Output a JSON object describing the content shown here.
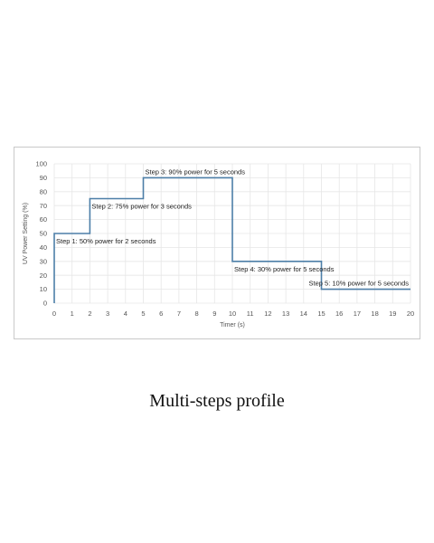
{
  "caption": "Multi-steps profile",
  "chart_data": {
    "type": "line",
    "step": "post",
    "xlabel": "Timer (s)",
    "ylabel": "UV Power Setting (%)",
    "xlim": [
      0,
      20
    ],
    "ylim": [
      0,
      100
    ],
    "xticks": [
      0,
      1,
      2,
      3,
      4,
      5,
      6,
      7,
      8,
      9,
      10,
      11,
      12,
      13,
      14,
      15,
      16,
      17,
      18,
      19,
      20
    ],
    "yticks": [
      0,
      10,
      20,
      30,
      40,
      50,
      60,
      70,
      80,
      90,
      100
    ],
    "grid": true,
    "line_color": "#4d7fa8",
    "series": [
      {
        "x": [
          0,
          2,
          5,
          10,
          15,
          20
        ],
        "y": [
          50,
          75,
          90,
          30,
          10,
          10
        ]
      }
    ],
    "annotations": [
      {
        "text": "Step 1: 50% power for 2 seconds",
        "x": 0,
        "y": 50
      },
      {
        "text": "Step 2: 75% power for 3 seconds",
        "x": 2,
        "y": 75
      },
      {
        "text": "Step 3: 90% power for 5 seconds",
        "x": 5,
        "y": 90
      },
      {
        "text": "Step 4: 30% power for 5 seconds",
        "x": 10,
        "y": 30
      },
      {
        "text": "Step 5: 10% power for 5 seconds",
        "x": 15,
        "y": 10
      }
    ]
  }
}
